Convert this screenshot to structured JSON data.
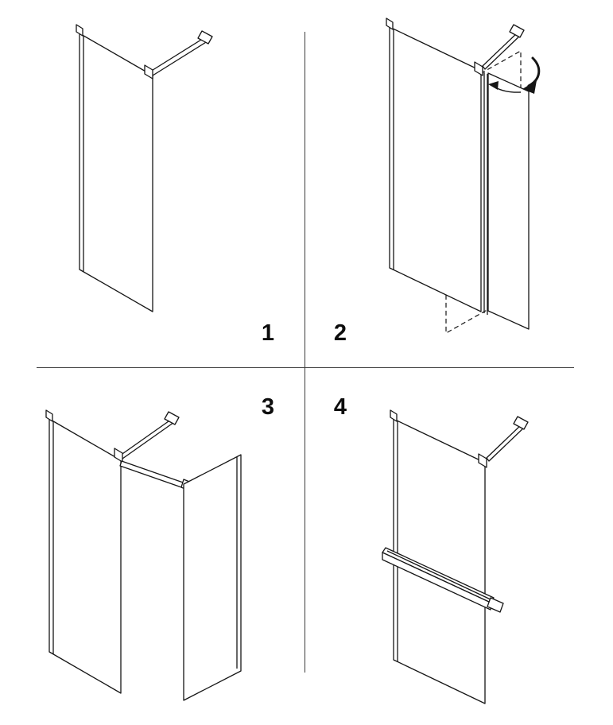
{
  "figure": {
    "kind": "shower-panel-assembly-instructions",
    "stroke_color": "#161616",
    "divider_color": "#3c3c3c",
    "background_color": "#ffffff"
  },
  "steps": [
    {
      "number": "1",
      "illustration": "fixed-glass-panel-with-wall-support-bar"
    },
    {
      "number": "2",
      "illustration": "side-return-panel-folding-with-rotation-arrow"
    },
    {
      "number": "3",
      "illustration": "panels-assembled-perpendicular-corner"
    },
    {
      "number": "4",
      "illustration": "glass-panel-with-towel-rail-shelf"
    }
  ]
}
